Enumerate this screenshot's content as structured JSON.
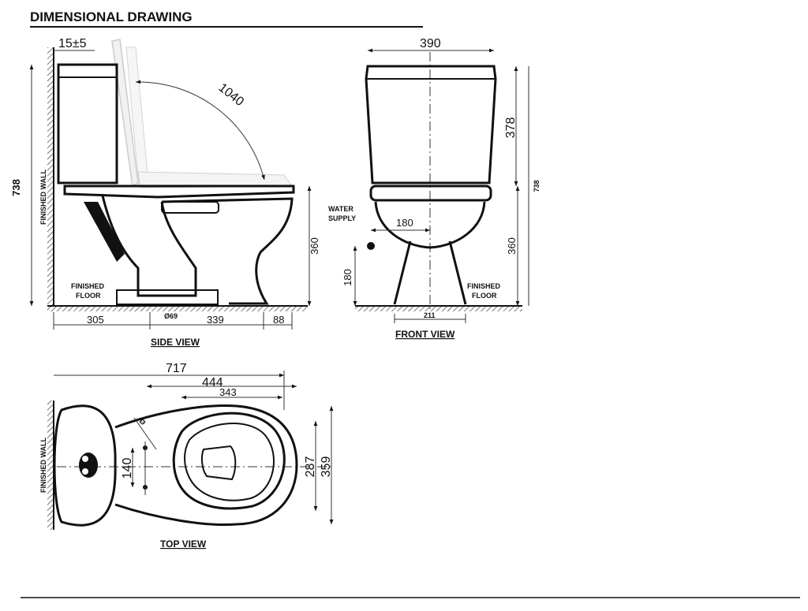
{
  "title": "DIMENSIONAL DRAWING",
  "views": {
    "side": "SIDE VIEW",
    "front": "FRONT VIEW",
    "top": "TOP VIEW"
  },
  "labels": {
    "finished_wall": "FINISHED WALL",
    "finished_floor_line1": "FINISHED",
    "finished_floor_line2": "FLOOR",
    "water_supply_line1": "WATER",
    "water_supply_line2": "SUPPLY"
  },
  "dimensions": {
    "side": {
      "wall_gap": "15±5",
      "seat_arc": "1040",
      "height_total": "738",
      "seat_height": "360",
      "floor_305": "305",
      "outlet": "Ø69",
      "floor_339": "339",
      "floor_88": "88"
    },
    "front": {
      "width": "390",
      "tank_height": "378",
      "height_total": "738",
      "seat_height": "360",
      "supply_offset": "180",
      "supply_height": "180",
      "base_width": "211"
    },
    "top": {
      "length": "717",
      "bowl_444": "444",
      "bowl_343": "343",
      "width_287": "287",
      "width_359": "359",
      "fix_140": "140",
      "fix_angle": "Ø"
    }
  }
}
